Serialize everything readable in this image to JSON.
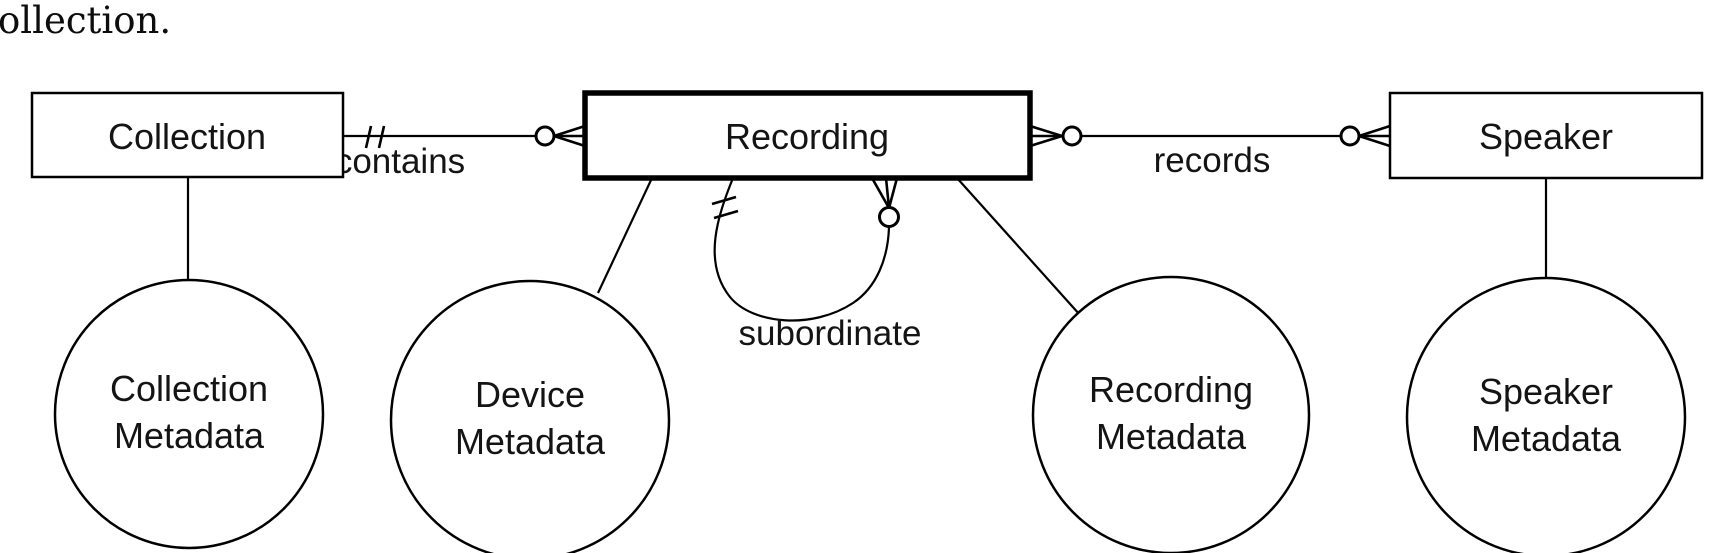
{
  "colors": {
    "background": "#ffffff",
    "stroke": "#000000",
    "text": "#141414"
  },
  "document": {
    "text_fragment": "ollection."
  },
  "diagram": {
    "type": "entity-relationship",
    "entities": [
      {
        "label": "Collection",
        "emphasized": false
      },
      {
        "label": "Recording",
        "emphasized": true
      },
      {
        "label": "Speaker",
        "emphasized": false
      }
    ],
    "relationships": [
      {
        "label": "contains",
        "from": "Collection",
        "to": "Recording",
        "from_cardinality": "exactly-one",
        "to_cardinality": "zero-or-many"
      },
      {
        "label": "records",
        "from": "Recording",
        "to": "Speaker",
        "from_cardinality": "zero-or-many",
        "to_cardinality": "zero-or-many"
      },
      {
        "label": "subordinate",
        "from": "Recording",
        "to": "Recording",
        "from_cardinality": "exactly-one",
        "to_cardinality": "zero-or-many"
      }
    ],
    "attributes": [
      {
        "line1": "Collection",
        "line2": "Metadata",
        "attached_to": "Collection"
      },
      {
        "line1": "Device",
        "line2": "Metadata",
        "attached_to": "Recording"
      },
      {
        "line1": "Recording",
        "line2": "Metadata",
        "attached_to": "Recording"
      },
      {
        "line1": "Speaker",
        "line2": "Metadata",
        "attached_to": "Speaker"
      }
    ]
  }
}
